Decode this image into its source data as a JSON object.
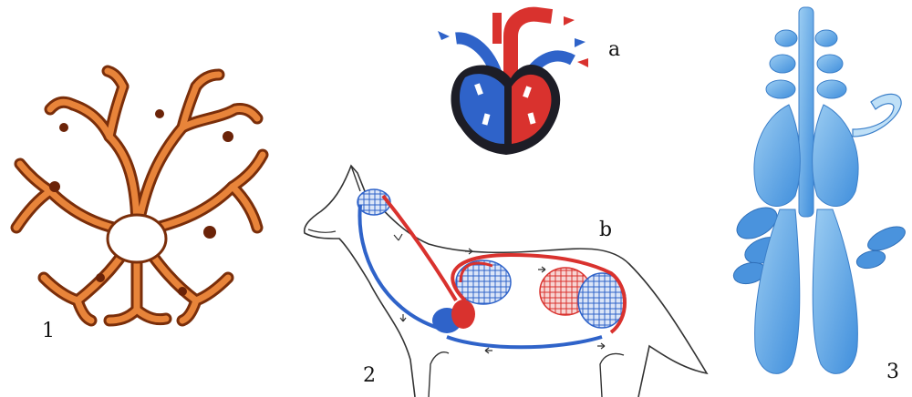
{
  "labels": {
    "fig1": "1",
    "fig2": "2",
    "fig3": "3",
    "a": "a",
    "b": "b"
  },
  "colors": {
    "coral": "#d2691e",
    "coral_dark": "#7a2e0a",
    "artery_red": "#d9322e",
    "vein_blue": "#2f63c9",
    "lymph_blue": "#5aa6e6",
    "outline": "#333333"
  },
  "figures": [
    {
      "id": "fig1",
      "depicts": "branching-coral-structure"
    },
    {
      "id": "fig2",
      "depicts": "dog-circulatory-system"
    },
    {
      "id": "fig3",
      "depicts": "blue-organ-system"
    },
    {
      "id": "figa",
      "depicts": "heart-cross-section"
    }
  ]
}
